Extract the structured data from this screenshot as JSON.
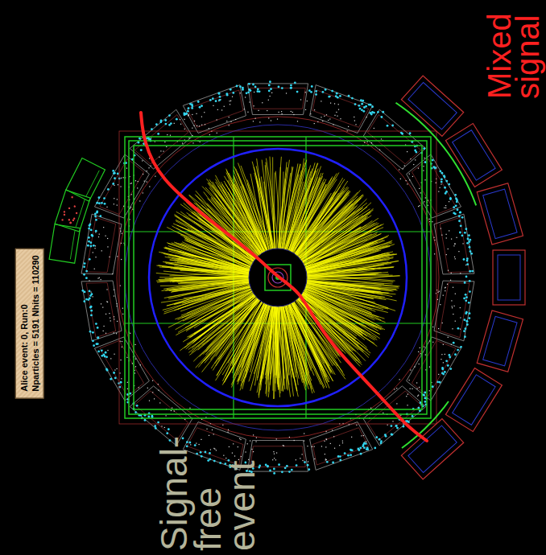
{
  "diagram": {
    "nodes": [
      {
        "text": [
          "Alice event: 0, Run:0",
          "Nparticles = 5191 Nhits = 110290"
        ]
      }
    ],
    "labels": [
      "Mixed signal",
      "Signal-free event"
    ]
  }
}
